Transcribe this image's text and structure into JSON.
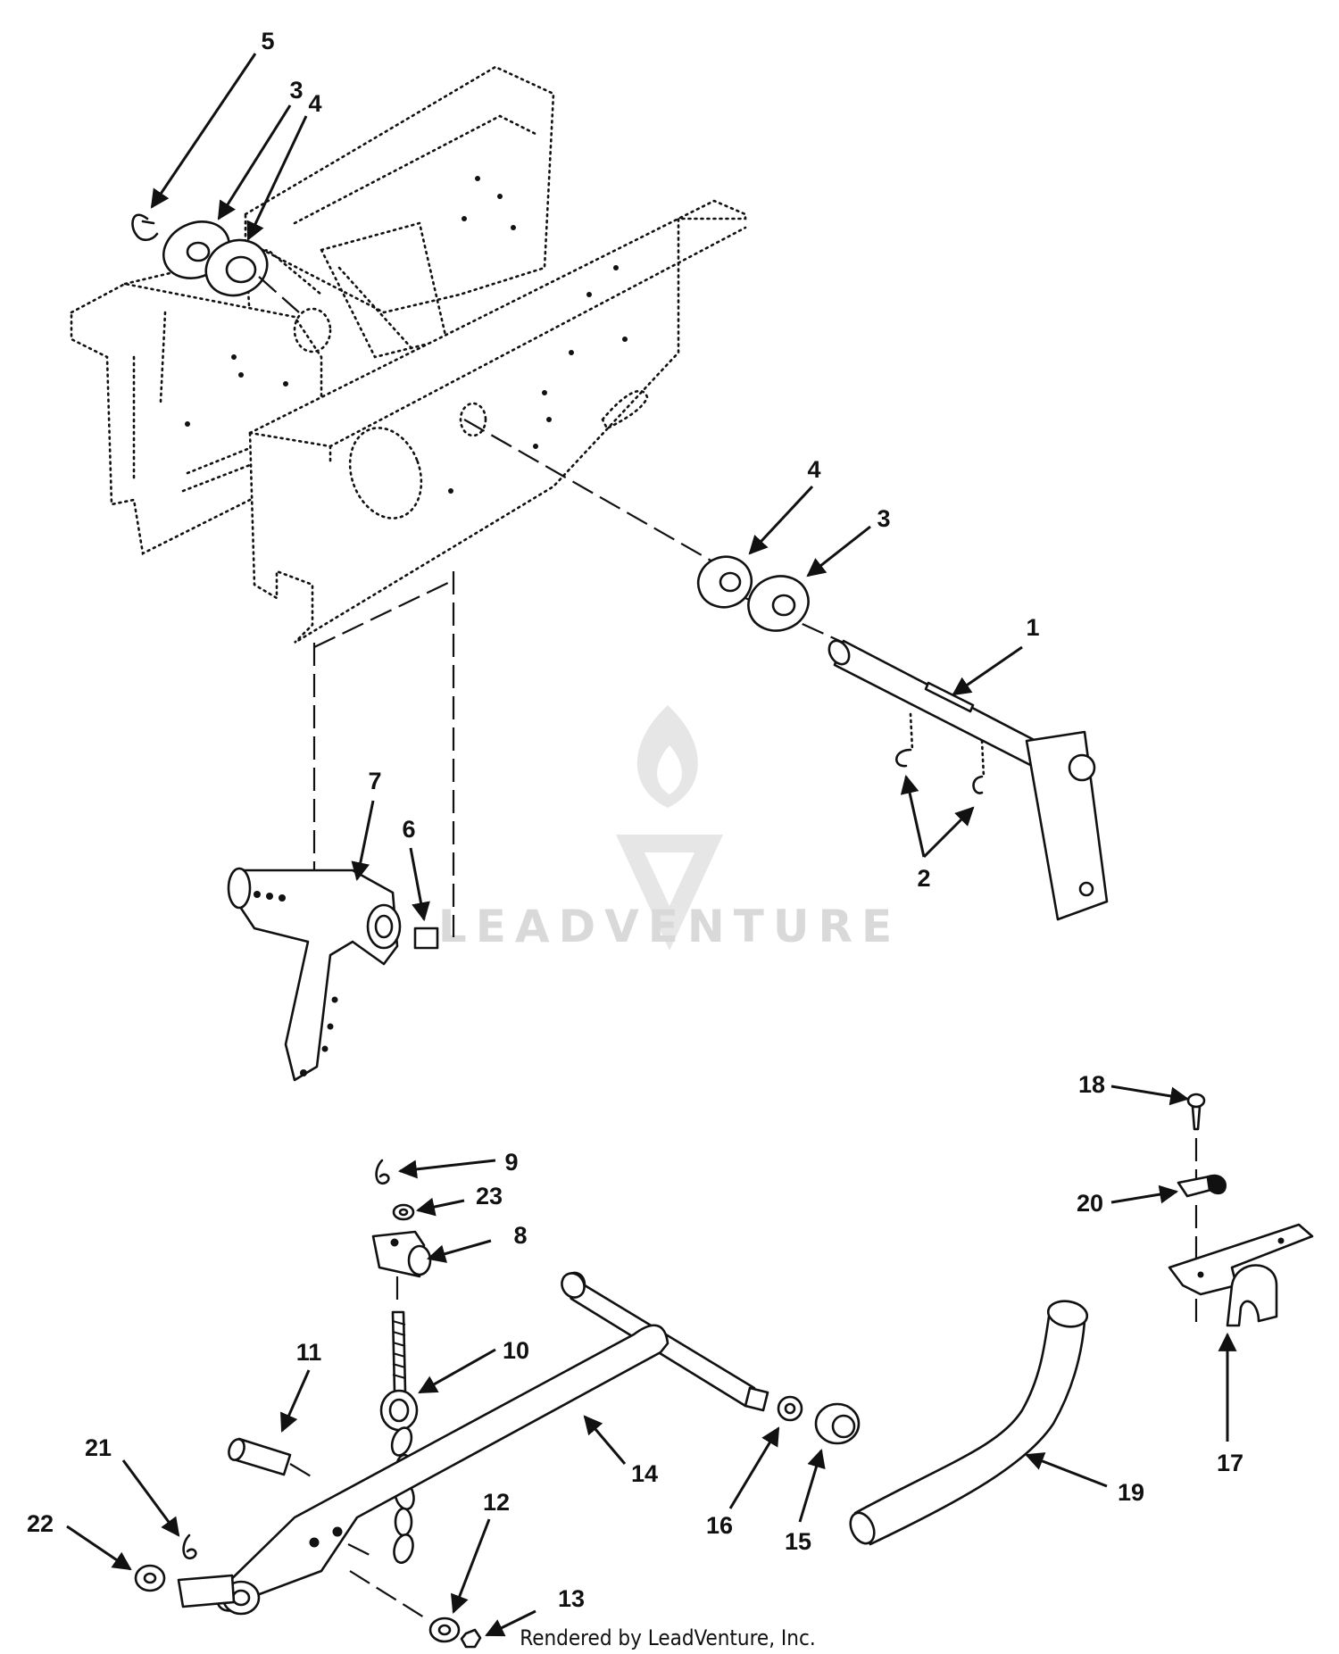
{
  "diagram": {
    "callouts": [
      {
        "id": "c5a",
        "label": "5"
      },
      {
        "id": "c3a",
        "label": "3"
      },
      {
        "id": "c4a",
        "label": "4"
      },
      {
        "id": "c4b",
        "label": "4"
      },
      {
        "id": "c3b",
        "label": "3"
      },
      {
        "id": "c1",
        "label": "1"
      },
      {
        "id": "c2",
        "label": "2"
      },
      {
        "id": "c7",
        "label": "7"
      },
      {
        "id": "c6",
        "label": "6"
      },
      {
        "id": "c18",
        "label": "18"
      },
      {
        "id": "c20",
        "label": "20"
      },
      {
        "id": "c17",
        "label": "17"
      },
      {
        "id": "c9",
        "label": "9"
      },
      {
        "id": "c23",
        "label": "23"
      },
      {
        "id": "c8",
        "label": "8"
      },
      {
        "id": "c11",
        "label": "11"
      },
      {
        "id": "c10",
        "label": "10"
      },
      {
        "id": "c14",
        "label": "14"
      },
      {
        "id": "c16",
        "label": "16"
      },
      {
        "id": "c15",
        "label": "15"
      },
      {
        "id": "c19",
        "label": "19"
      },
      {
        "id": "c21",
        "label": "21"
      },
      {
        "id": "c22",
        "label": "22"
      },
      {
        "id": "c12",
        "label": "12"
      },
      {
        "id": "c13",
        "label": "13"
      }
    ],
    "watermark": "LEADVENTURE",
    "credit": "Rendered by LeadVenture, Inc.",
    "colors": {
      "ink": "#111111",
      "watermark": "#d9d9d9",
      "paper": "#ffffff"
    }
  }
}
